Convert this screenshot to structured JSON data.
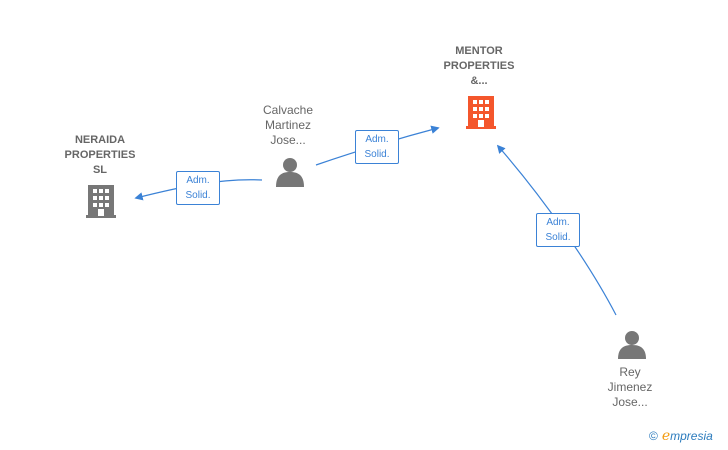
{
  "nodes": {
    "mentor": {
      "label": "MENTOR\nPROPERTIES\n&...",
      "type": "company",
      "color": "#f4562c"
    },
    "neraida": {
      "label": "NERAIDA\nPROPERTIES\nSL",
      "type": "company",
      "color": "#777777"
    },
    "calvache": {
      "label": "Calvache\nMartinez\nJose...",
      "type": "person",
      "color": "#777777"
    },
    "rey": {
      "label": "Rey\nJimenez\nJose...",
      "type": "person",
      "color": "#777777"
    }
  },
  "edges": [
    {
      "from": "calvache",
      "to": "neraida",
      "label": "Adm.\nSolid."
    },
    {
      "from": "calvache",
      "to": "mentor",
      "label": "Adm.\nSolid."
    },
    {
      "from": "rey",
      "to": "mentor",
      "label": "Adm.\nSolid."
    }
  ],
  "colors": {
    "edge": "#3b82d6",
    "label_text": "#666666"
  },
  "footer": {
    "copyright_symbol": "©",
    "brand_initial": "e",
    "brand_rest": "mpresia"
  }
}
